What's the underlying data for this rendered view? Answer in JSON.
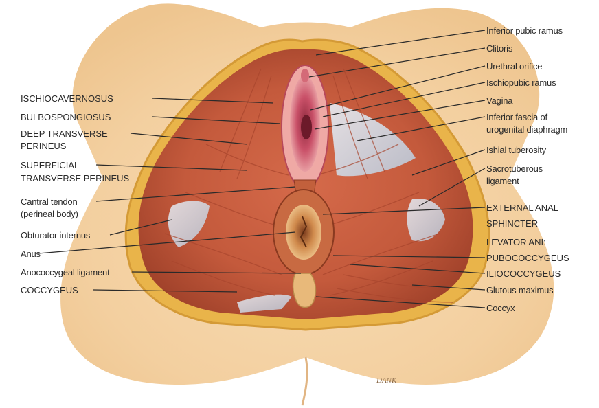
{
  "labels_left": {
    "ischiocavernosus": "ISCHIOCAVERNOSUS",
    "bulbospongiosus": "BULBOSPONGIOSUS",
    "deep_transverse_1": "DEEP TRANSVERSE",
    "deep_transverse_2": "PERINEUS",
    "superficial_1": "SUPERFICIAL",
    "superficial_2": "TRANSVERSE PERINEUS",
    "central_tendon_1": "Cantral tendon",
    "central_tendon_2": "(perineal body)",
    "obturator": "Obturator internus",
    "anus": "Anus",
    "anococcygeal": "Anococcygeal ligament",
    "coccygeus": "COCCYGEUS"
  },
  "labels_right": {
    "inferior_pubic_ramus": "Inferior pubic ramus",
    "clitoris": "Clitoris",
    "urethral_orifice": "Urethral orifice",
    "ischiopubic_ramus": "Ischiopubic ramus",
    "vagina": "Vagina",
    "inferior_fascia_1": "Inferior fascia of",
    "inferior_fascia_2": "urogenital diaphragm",
    "ischial_tuberosity": "Ishial tuberosity",
    "sacrotuberous_1": "Sacrotuberous",
    "sacrotuberous_2": "ligament",
    "external_anal_1": "EXTERNAL ANAL",
    "external_anal_2": "SPHINCTER",
    "levator_ani": "LEVATOR ANI:",
    "pubococcygeus": "PUBOCOCCYGEUS",
    "iliococcygeus": "ILIOCOCCYGEUS",
    "gluteus_maximus": "Glutous maximus",
    "coccyx": "Coccyx"
  },
  "signature": "DANK"
}
